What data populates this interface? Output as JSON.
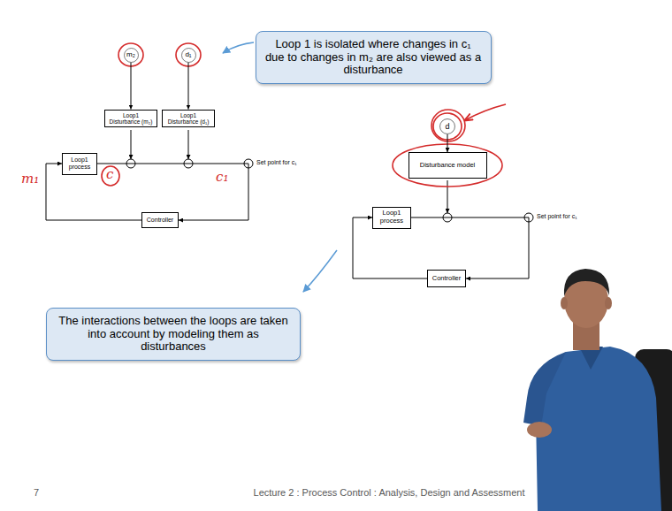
{
  "diagram": {
    "nodes": [
      {
        "text": [
          "Loop 1 is isolated where changes in c₁ due to changes in m₂ are also viewed as a disturbance"
        ]
      },
      {
        "text": [
          "m₂"
        ]
      },
      {
        "text": [
          "d₁"
        ]
      },
      {
        "text": [
          "Loop1 Disturbance (m₂)"
        ]
      },
      {
        "text": [
          "Loop1 Disturbance (d₁)"
        ]
      },
      {
        "text": [
          "Loop1 process"
        ]
      },
      {
        "text": [
          "Controller"
        ]
      },
      {
        "text": [
          "d"
        ]
      },
      {
        "text": [
          "Disturbance model"
        ]
      },
      {
        "text": [
          "Loop1 process"
        ]
      },
      {
        "text": [
          "Controller"
        ]
      },
      {
        "text": [
          "The interactions between the loops are taken into account by modeling them as disturbances"
        ]
      }
    ],
    "edges": [
      {
        "from": 1,
        "to": 3,
        "arrow": "to"
      },
      {
        "from": 2,
        "to": 4,
        "arrow": "to"
      },
      {
        "from": 5,
        "to": 6,
        "arrow": "to"
      },
      {
        "from": 6,
        "to": 5,
        "arrow": "to"
      },
      {
        "from": 7,
        "to": 8,
        "arrow": "to"
      },
      {
        "from": 9,
        "to": 10,
        "arrow": "to"
      },
      {
        "from": 10,
        "to": 9,
        "arrow": "to"
      }
    ],
    "labels": [
      "m₁",
      "c",
      "c₁",
      "Set point for c₁",
      "Set point for c₁",
      "7",
      "Lecture 2 : Process Control : Analysis, Design and Assessment"
    ]
  }
}
